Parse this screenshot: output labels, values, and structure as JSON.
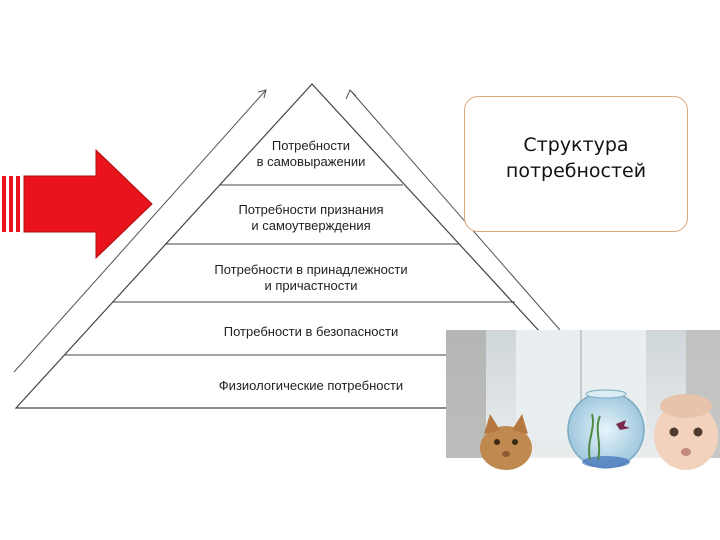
{
  "diagram": {
    "title": "Структура\nпотребностей",
    "levels": [
      {
        "label": "Потребности\nв самовыражении"
      },
      {
        "label": "Потребности признания\nи самоутверждения"
      },
      {
        "label": "Потребности в принадлежности\nи причастности"
      },
      {
        "label": "Потребности в безопасности"
      },
      {
        "label": "Физиологические потребности"
      }
    ]
  },
  "colors": {
    "arrow": "#e8131b",
    "pyramid_stroke": "#444444",
    "title_border": "#d9a97a"
  },
  "image": {
    "subjects": [
      "cat",
      "fishbowl",
      "baby"
    ]
  }
}
